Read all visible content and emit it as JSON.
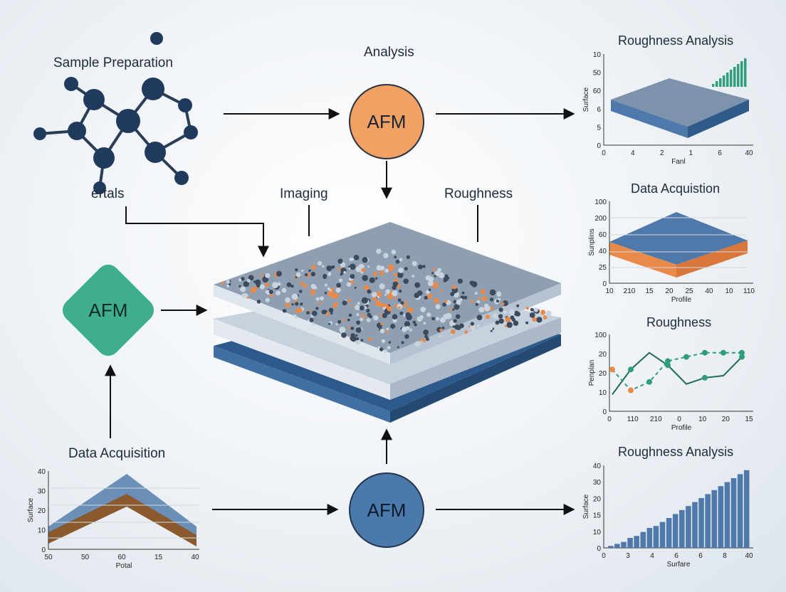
{
  "labels": {
    "sample_preparation": "Sample Preparation",
    "analysis": "Analysis",
    "ertals": "ertals",
    "imaging": "Imaging",
    "roughness": "Roughness",
    "data_acquisition": "Data Acquisition"
  },
  "nodes": {
    "afm_top": "AFM",
    "afm_left": "AFM",
    "afm_bottom": "AFM"
  },
  "colors": {
    "afm_top": "#f2a164",
    "afm_left": "#3fae8c",
    "afm_bottom": "#4a79ac",
    "molecule": "#1f3a5c",
    "accent_orange": "#e98a4a",
    "accent_teal": "#2e9e7e",
    "bar_blue": "#4f79aa"
  },
  "panels": {
    "top_right": {
      "title": "Roughness Analysis",
      "yticks": [
        "10",
        "50",
        "60",
        "6",
        "5",
        "0"
      ],
      "xticks": [
        "0",
        "4",
        "2",
        "1",
        "6",
        "40"
      ],
      "ylabel": "Surface",
      "xlabel": "Fanl"
    },
    "mid_right": {
      "title": "Data Acquistion",
      "yticks": [
        "100",
        "200",
        "60",
        "40",
        "25",
        "0"
      ],
      "xticks": [
        "10",
        "210",
        "15",
        "20",
        "25",
        "40",
        "10",
        "110"
      ],
      "ylabel": "Sunplins",
      "xlabel": "Profile"
    },
    "rough_right": {
      "title": "Roughness",
      "yticks": [
        "100",
        "20",
        "20",
        "10",
        "0"
      ],
      "xticks": [
        "0",
        "110",
        "210",
        "0",
        "10",
        "20",
        "15"
      ],
      "ylabel": "Penplan",
      "xlabel": "Profile"
    },
    "bottom_right": {
      "title": "Roughness Analysis",
      "yticks": [
        "40",
        "30",
        "20",
        "15",
        "10",
        "0"
      ],
      "xticks": [
        "0",
        "3",
        "4",
        "6",
        "6",
        "8",
        "40"
      ],
      "ylabel": "Surface",
      "xlabel": "Surfare"
    },
    "bottom_left": {
      "title": "Data Acquisition",
      "yticks": [
        "40",
        "30",
        "20",
        "10",
        "0"
      ],
      "xticks": [
        "50",
        "50",
        "60",
        "15",
        "40"
      ],
      "ylabel": "Surface",
      "xlabel": "Potal"
    }
  },
  "chart_data": [
    {
      "type": "bar",
      "title": "Roughness Analysis",
      "xlabel": "Surfare",
      "ylabel": "Surface",
      "ylim": [
        0,
        40
      ],
      "values": [
        1,
        2,
        3,
        5,
        6,
        8,
        10,
        11,
        13,
        15,
        17,
        19,
        21,
        23,
        25,
        27,
        29,
        31,
        33,
        35,
        37,
        39
      ]
    },
    {
      "type": "line",
      "title": "Roughness",
      "xlabel": "Profile",
      "ylabel": "Penplan",
      "series": [
        {
          "values": [
            6,
            18,
            26,
            20,
            11,
            14,
            15,
            24
          ]
        },
        {
          "values": [
            18,
            8,
            12,
            22,
            24,
            26,
            26,
            26
          ]
        }
      ]
    }
  ]
}
